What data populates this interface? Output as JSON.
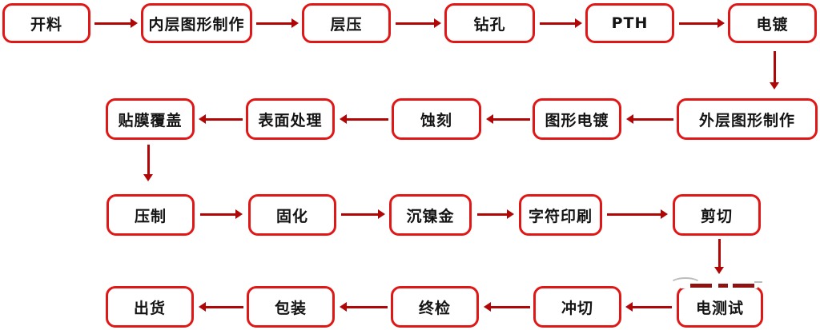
{
  "colors": {
    "background": "#ffffff",
    "box_border": "#e01717",
    "box_fill": "#ffffff",
    "arrow": "#b00606",
    "text": "#141414",
    "artifact_dash": "#8e1212",
    "artifact_gray": "#bdbdbd"
  },
  "flow": {
    "rows": [
      {
        "flow_direction": "left-to-right",
        "labels": [
          "开料",
          "内层图形制作",
          "层压",
          "钻孔",
          "PTH",
          "电镀"
        ]
      },
      {
        "flow_direction": "right-to-left",
        "labels": [
          "贴膜覆盖",
          "表面处理",
          "蚀刻",
          "图形电镀",
          "外层图形制作"
        ]
      },
      {
        "flow_direction": "left-to-right",
        "labels": [
          "压制",
          "固化",
          "沉镍金",
          "字符印刷",
          "剪切"
        ]
      },
      {
        "flow_direction": "right-to-left",
        "labels": [
          "出货",
          "包装",
          "终检",
          "冲切",
          "电测试"
        ]
      }
    ],
    "process_sequence": [
      "开料",
      "内层图形制作",
      "层压",
      "钻孔",
      "PTH",
      "电镀",
      "外层图形制作",
      "图形电镀",
      "蚀刻",
      "表面处理",
      "贴膜覆盖",
      "压制",
      "固化",
      "沉镍金",
      "字符印刷",
      "剪切",
      "电测试",
      "冲切",
      "终检",
      "包装",
      "出货"
    ]
  }
}
